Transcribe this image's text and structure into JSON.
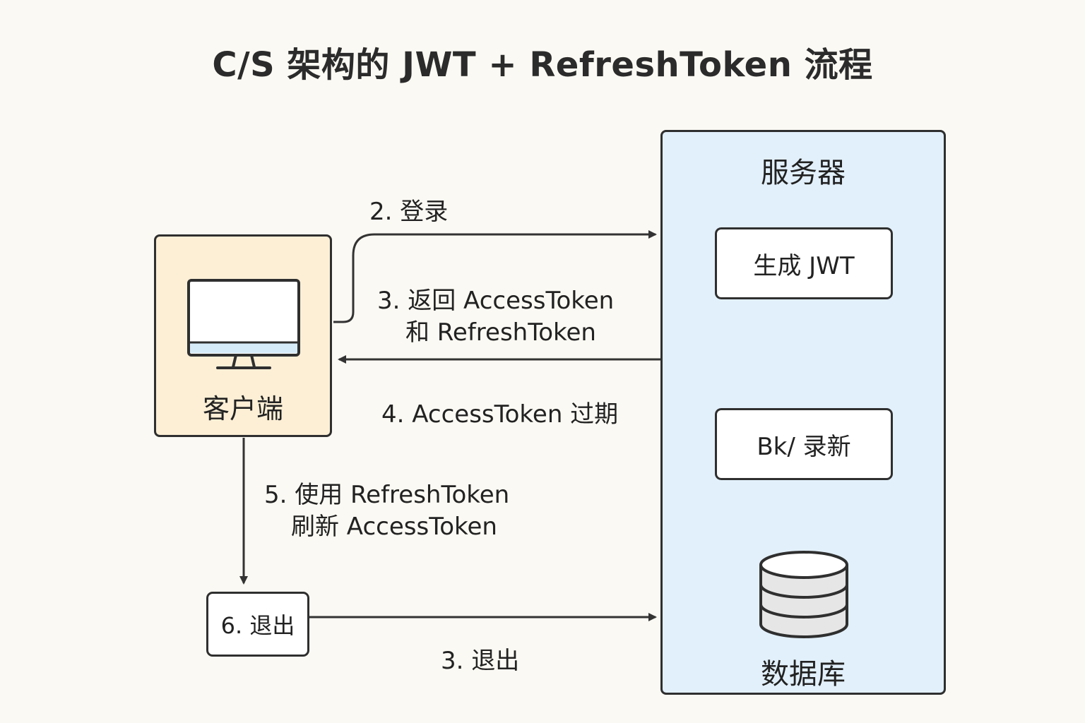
{
  "title": "C/S 架构的 JWT + RefreshToken 流程",
  "client": {
    "label": "客户端",
    "icon": "monitor-icon"
  },
  "server": {
    "title": "服务器",
    "nodes": {
      "generate_jwt": "生成 JWT",
      "refresh": "Bk/ 录新"
    },
    "database_label": "数据库",
    "database_icon": "database-icon"
  },
  "logout_box": "6. 退出",
  "edges": {
    "login": "2. 登录",
    "return_tokens_line1": "3. 返回 AccessToken",
    "return_tokens_line2": "和 RefreshToken",
    "expired": "4. AccessToken 过期",
    "use_refresh_line1": "5. 使用 RefreshToken",
    "use_refresh_line2": "刷新 AccessToken",
    "logout": "3. 退出"
  },
  "colors": {
    "background": "#fbf9f3",
    "client_fill": "#fcefd6",
    "server_fill": "#e2f0fb",
    "stroke": "#2f2f2f",
    "screen_bar": "#d6ebf8",
    "db_fill": "#e6e6e6"
  }
}
